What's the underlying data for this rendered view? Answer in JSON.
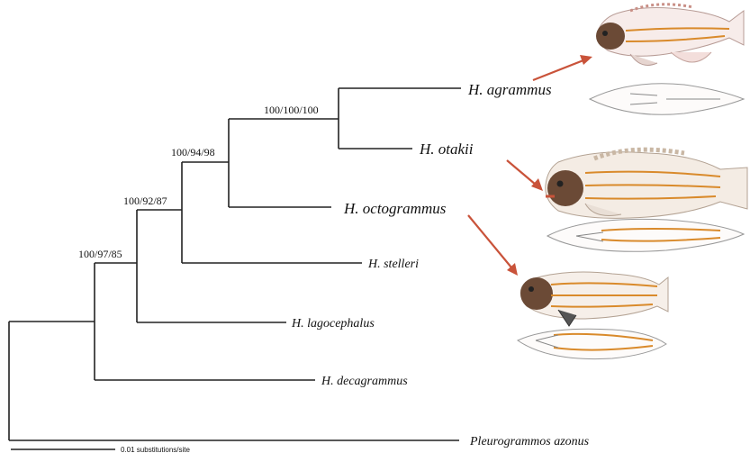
{
  "tree": {
    "support_values": [
      {
        "id": "n-agr-ota",
        "label": "100/100/100"
      },
      {
        "id": "n-oct",
        "label": "100/94/98"
      },
      {
        "id": "n-ste",
        "label": "100/92/87"
      },
      {
        "id": "n-lag",
        "label": "100/97/85"
      }
    ],
    "taxa": [
      {
        "id": "agrammus",
        "label": "H. agrammus"
      },
      {
        "id": "otakii",
        "label": "H. otakii"
      },
      {
        "id": "octogrammus",
        "label": "H. octogrammus"
      },
      {
        "id": "stelleri",
        "label": "H. stelleri"
      },
      {
        "id": "lagocephalus",
        "label": "H. lagocephalus"
      },
      {
        "id": "decagrammus",
        "label": "H. decagrammus"
      },
      {
        "id": "azonus",
        "label": "Pleurogrammos azonus"
      }
    ],
    "scale_bar": {
      "label": "0.01  substitutions/site"
    }
  },
  "colors": {
    "branch": "#222222",
    "arrow": "#c9533a",
    "stripe": "#d98a2b",
    "head": "#6b4a36"
  },
  "illustrations": [
    {
      "id": "fish-agrammus",
      "icon": "fish-lateral-view"
    },
    {
      "id": "fish-agrammus-ventral",
      "icon": "fish-ventral-view"
    },
    {
      "id": "fish-otakii",
      "icon": "fish-lateral-view"
    },
    {
      "id": "fish-otakii-ventral",
      "icon": "fish-ventral-view"
    },
    {
      "id": "fish-octogrammus",
      "icon": "fish-lateral-view"
    },
    {
      "id": "fish-octogrammus-ventral",
      "icon": "fish-ventral-view"
    }
  ]
}
